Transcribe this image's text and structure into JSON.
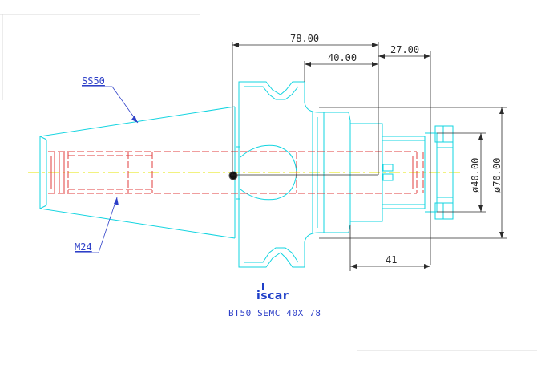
{
  "labels": {
    "taper_callout": "SS50",
    "thread_callout": "M24"
  },
  "dimensions": {
    "overall_length": "78.00",
    "body_length": "40.00",
    "nose_length": "27.00",
    "projection": "41",
    "diameter_small": "ø40.00",
    "diameter_large": "ø70.00"
  },
  "logo": {
    "brand": "iscar"
  },
  "caption": "BT50 SEMC 40X 78",
  "colors": {
    "outline": "#12d4e0",
    "hidden": "#e03c3c",
    "centerline": "#e6e600",
    "dimension": "#2b2b2b",
    "label": "#2d3fc8"
  }
}
